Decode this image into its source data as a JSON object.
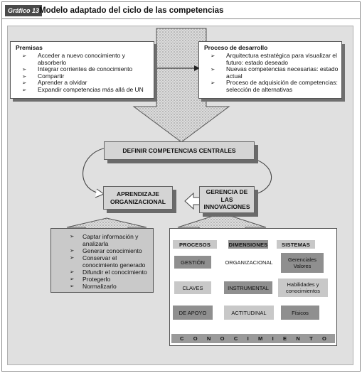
{
  "header": {
    "badge": "Gráfico 13",
    "title": "Modelo adaptado del ciclo de las competencias"
  },
  "premisas": {
    "heading": "Premisas",
    "items": [
      "Acceder a nuevo conocimiento y absorberlo",
      "Integrar corrientes de conocimiento",
      "Compartir",
      "Aprender a olvidar",
      "Expandir competencias más allá de UN"
    ]
  },
  "proceso": {
    "heading": "Proceso de desarrollo",
    "items": [
      "Arquitectura estratégica para visualizar el futuro: estado deseado",
      "Nuevas competencias necesarias: estado actual",
      "Proceso de adquisición de competencias: selección de alternativas"
    ]
  },
  "cycle": {
    "definir": "DEFINIR COMPETENCIAS CENTRALES",
    "aprendizaje": "APRENDIZAJE ORGANIZACIONAL",
    "gerencia": "GERENCIA DE LAS INNOVACIONES"
  },
  "aprendizaje_list": [
    "Captar información y analizarla",
    "Generar conocimiento",
    "Conservar el conocimiento generado",
    "Difundir el conocimiento",
    "Protegerlo",
    "Normalizarlo"
  ],
  "matrix": {
    "headers": [
      "PROCESOS",
      "DIMENSIONES",
      "SISTEMAS"
    ],
    "rows": [
      [
        "GESTIÓN",
        "ORGANIZACIONAL",
        "Gerenciales Valores"
      ],
      [
        "CLAVES",
        "INSTRUMENTAL",
        "Habilidades y conocimientos"
      ],
      [
        "DE APOYO",
        "ACTITUDINAL",
        "Físicos"
      ]
    ],
    "footer_letters": [
      "C",
      "O",
      "N",
      "O",
      "C",
      "I",
      "M",
      "I",
      "E",
      "N",
      "T",
      "O"
    ]
  },
  "colors": {
    "frame": "#8a8a8a",
    "panel": "#e0e0e0",
    "shadow": "#6f6f6f",
    "block_fill": "#d4d4d4",
    "cell_dark": "#8f8f8f",
    "cell_light": "#c8c8c8"
  }
}
